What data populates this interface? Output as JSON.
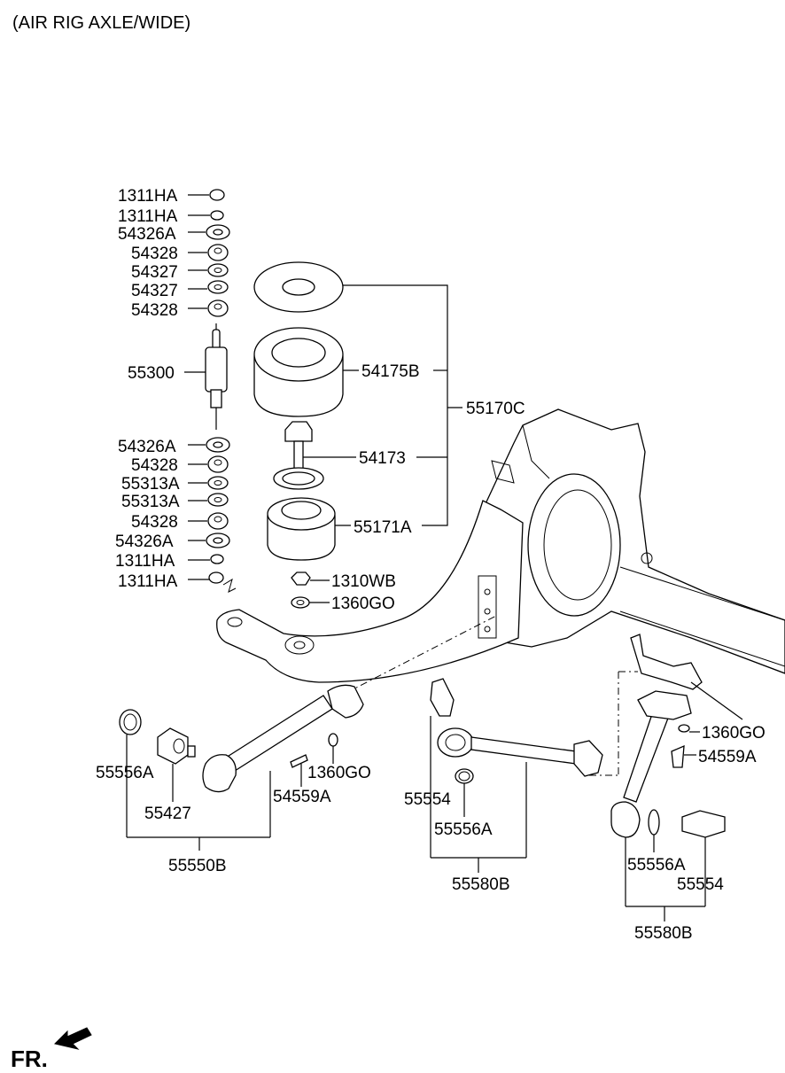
{
  "title": "(AIR RIG AXLE/WIDE)",
  "front_marker": "FR.",
  "labels": {
    "l_1311ha_1": "1311HA",
    "l_1311ha_2": "1311HA",
    "l_54326a_1": "54326A",
    "l_54328_1": "54328",
    "l_54327_1": "54327",
    "l_54327_2": "54327",
    "l_54328_2": "54328",
    "l_55300": "55300",
    "l_54326a_2": "54326A",
    "l_54328_3": "54328",
    "l_55313a_1": "55313A",
    "l_55313a_2": "55313A",
    "l_54328_4": "54328",
    "l_54326a_3": "54326A",
    "l_1311ha_3": "1311HA",
    "l_1311ha_4": "1311HA",
    "l_54175b": "54175B",
    "l_55170c": "55170C",
    "l_54173": "54173",
    "l_55171a": "55171A",
    "l_1310wb": "1310WB",
    "l_1360go_1": "1360GO",
    "l_55556a_1": "55556A",
    "l_55427": "55427",
    "l_55550b": "55550B",
    "l_1360go_2": "1360GO",
    "l_54559a_1": "54559A",
    "l_55554_1": "55554",
    "l_55556a_2": "55556A",
    "l_55580b_1": "55580B",
    "l_1360go_3": "1360GO",
    "l_54559a_2": "54559A",
    "l_55556a_3": "55556A",
    "l_55554_2": "55554",
    "l_55580b_2": "55580B"
  }
}
